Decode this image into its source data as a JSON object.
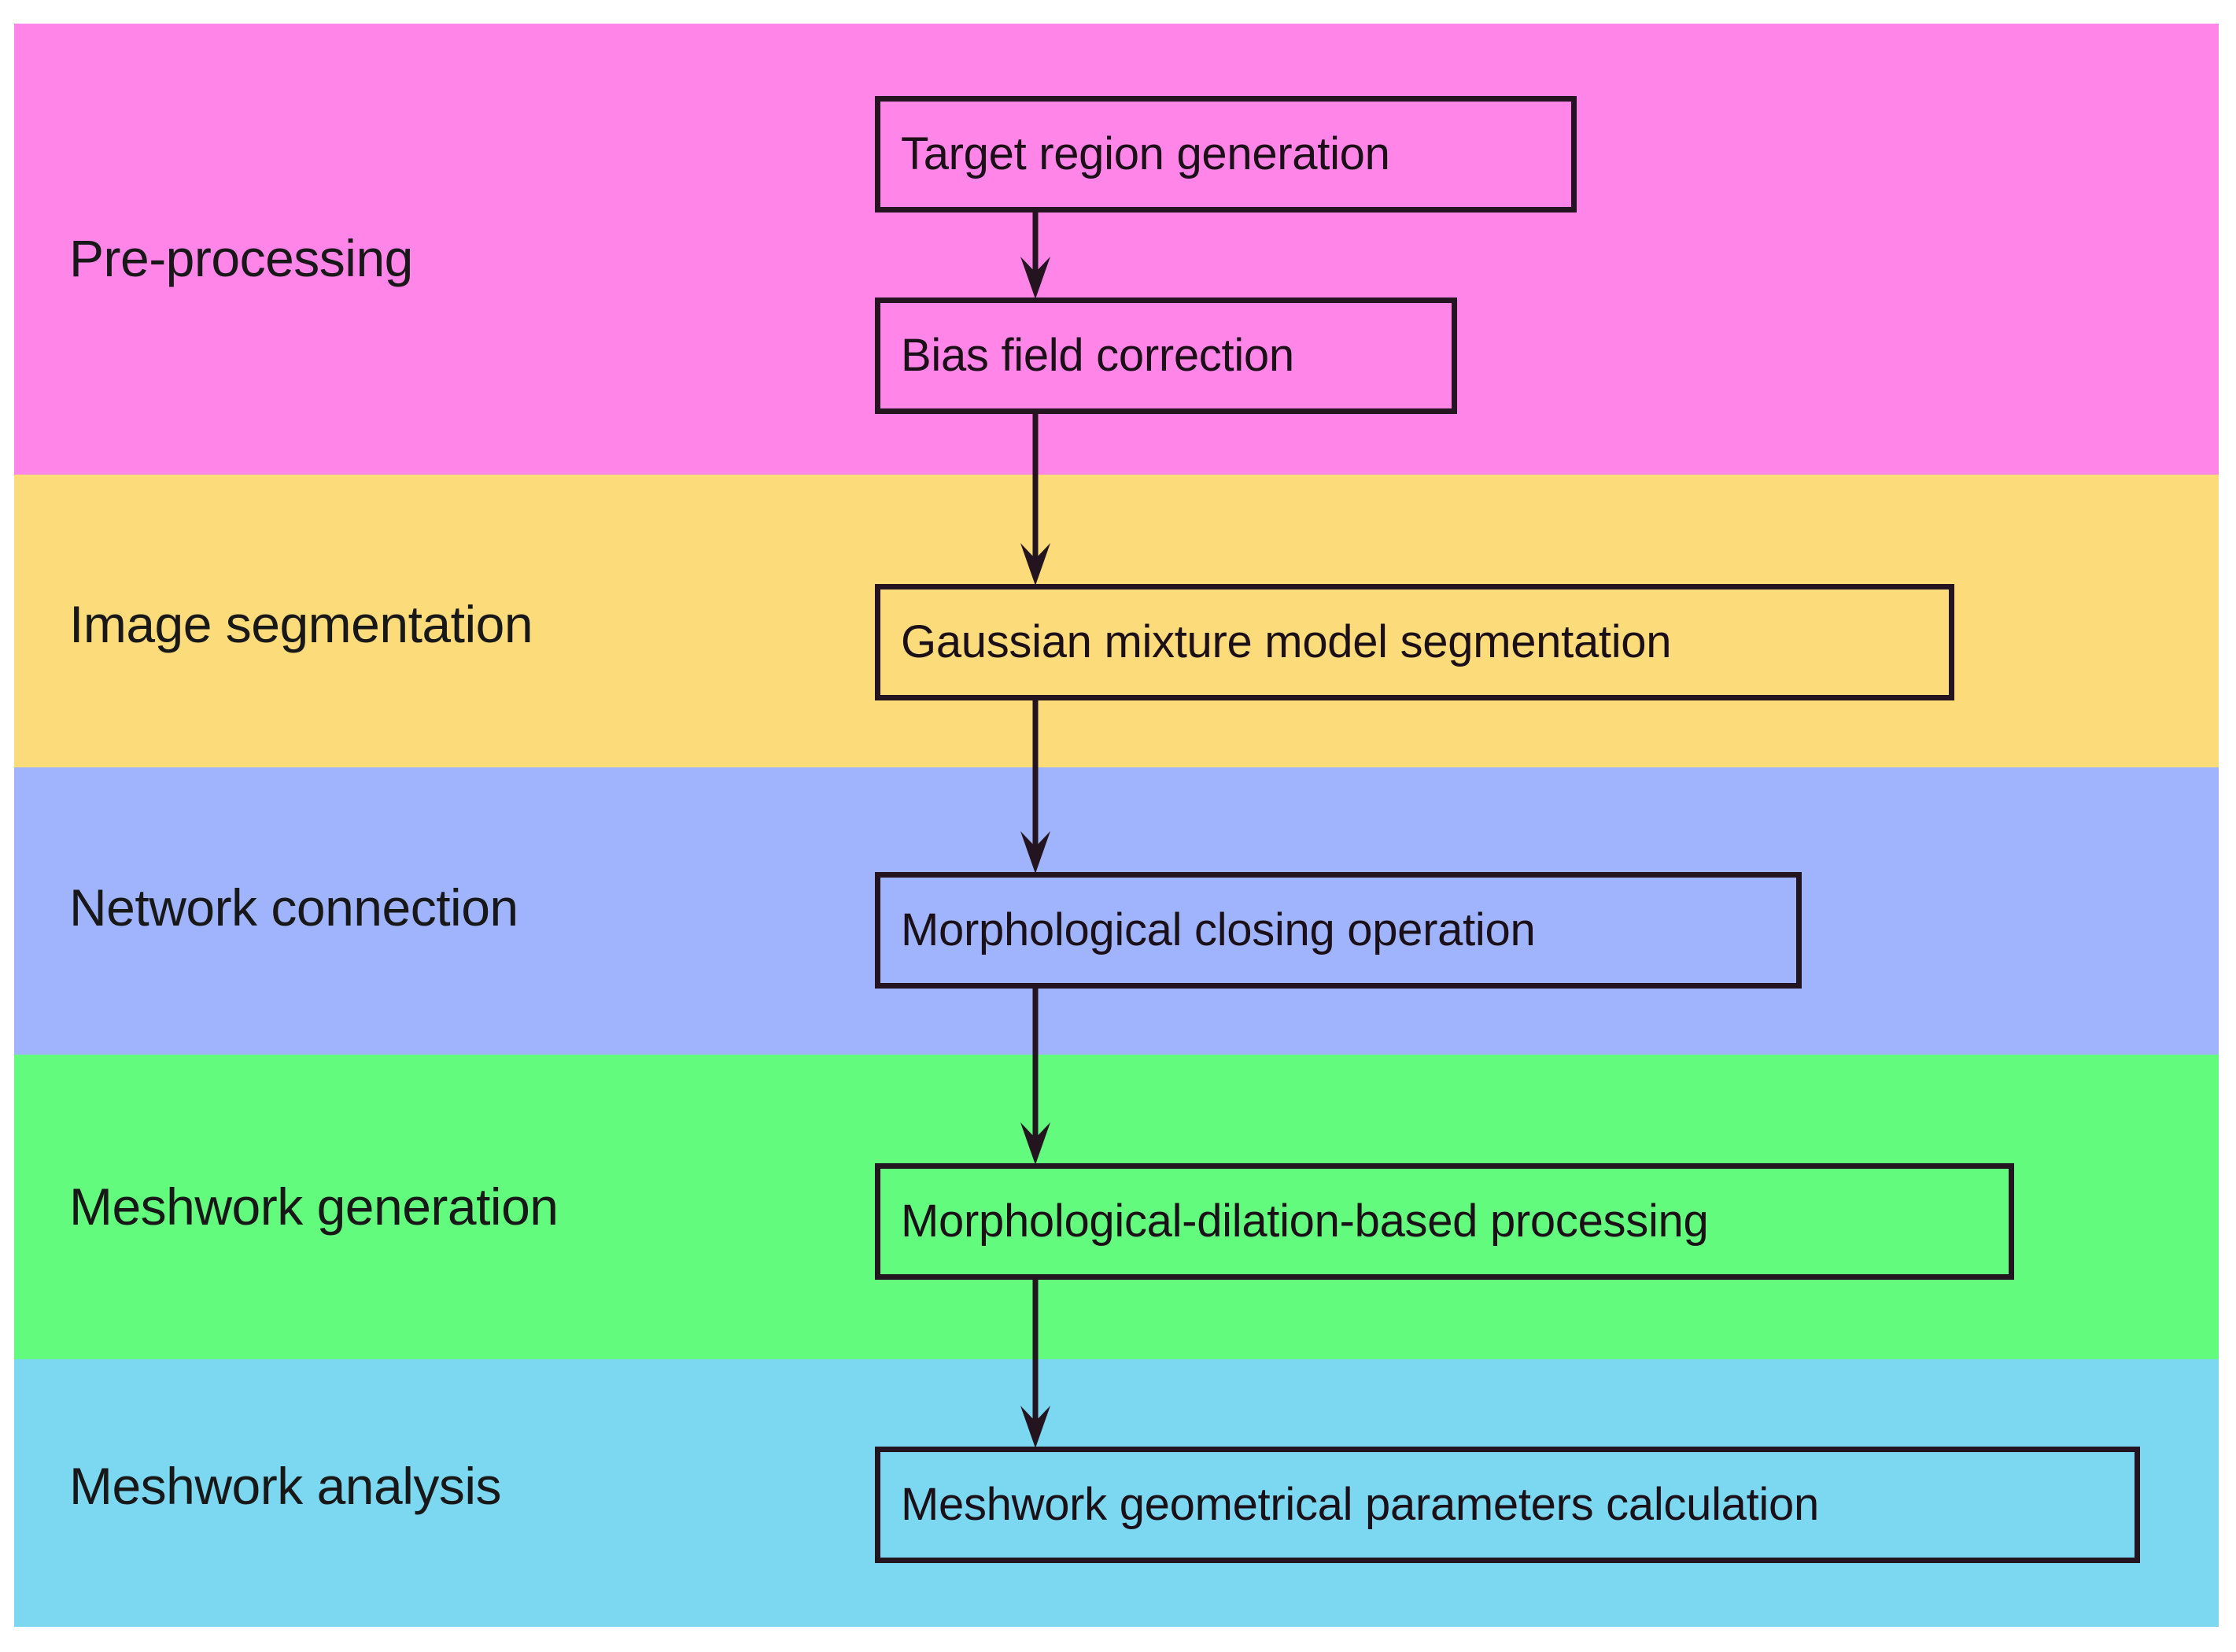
{
  "figure": {
    "type": "flowchart",
    "orientation": "vertical",
    "description": "Five-stage image-processing pipeline flowchart with colored swimlane bands"
  },
  "colors": {
    "band_pre_processing": "#FF85E8",
    "band_image_segmentation": "#FBDB7A",
    "band_network_connection": "#9FB4FC",
    "band_meshwork_generation": "#62FB7D",
    "band_meshwork_analysis": "#7BD8F0",
    "box_border": "#241420",
    "text": "#1b1018",
    "page_background": "#FFFFFF"
  },
  "stages": [
    {
      "id": "pre-processing",
      "label": "Pre-processing",
      "color": "#FF85E8"
    },
    {
      "id": "image-segmentation",
      "label": "Image segmentation",
      "color": "#FBDB7A"
    },
    {
      "id": "network-connection",
      "label": "Network connection",
      "color": "#9FB4FC"
    },
    {
      "id": "meshwork-generation",
      "label": "Meshwork generation",
      "color": "#62FB7D"
    },
    {
      "id": "meshwork-analysis",
      "label": "Meshwork analysis",
      "color": "#7BD8F0"
    }
  ],
  "nodes": [
    {
      "id": "target-region-generation",
      "label": "Target region generation",
      "stage": "pre-processing"
    },
    {
      "id": "bias-field-correction",
      "label": "Bias field correction",
      "stage": "pre-processing"
    },
    {
      "id": "gmm-segmentation",
      "label": "Gaussian mixture model segmentation",
      "stage": "image-segmentation"
    },
    {
      "id": "morphological-closing",
      "label": "Morphological closing operation",
      "stage": "network-connection"
    },
    {
      "id": "morphological-dilation",
      "label": "Morphological-dilation-based processing",
      "stage": "meshwork-generation"
    },
    {
      "id": "geometrical-parameters",
      "label": "Meshwork geometrical parameters calculation",
      "stage": "meshwork-analysis"
    }
  ],
  "edges": [
    {
      "from": "target-region-generation",
      "to": "bias-field-correction",
      "style": "arrow-down"
    },
    {
      "from": "bias-field-correction",
      "to": "gmm-segmentation",
      "style": "arrow-down"
    },
    {
      "from": "gmm-segmentation",
      "to": "morphological-closing",
      "style": "arrow-down"
    },
    {
      "from": "morphological-closing",
      "to": "morphological-dilation",
      "style": "arrow-down"
    },
    {
      "from": "morphological-dilation",
      "to": "geometrical-parameters",
      "style": "arrow-down"
    }
  ]
}
